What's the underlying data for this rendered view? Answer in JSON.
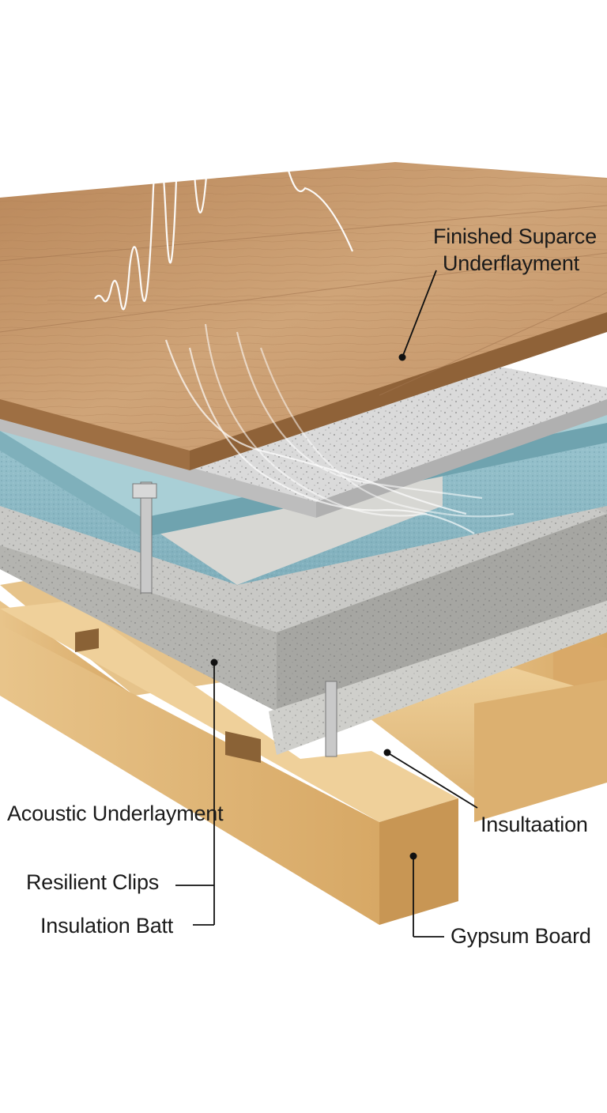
{
  "labels": {
    "finished_surface": "Finished Suparce",
    "underlayment_top": "Underflayment",
    "acoustic_underlayment": "Acoustic Underlayment",
    "resilient_clips": "Resilient Clips",
    "insulation_batt": "Insulation Batt",
    "insulation_right": "Insultaation",
    "gypsum_board": "Gypsum Board"
  },
  "colors": {
    "wood_floor": "#c89a6a",
    "underlayment": "#d9d9d9",
    "foam": "#8ab8c4",
    "concrete": "#b9b9b7",
    "joist": "#e2b87a"
  },
  "icons": [
    "sound-wave-icon"
  ]
}
